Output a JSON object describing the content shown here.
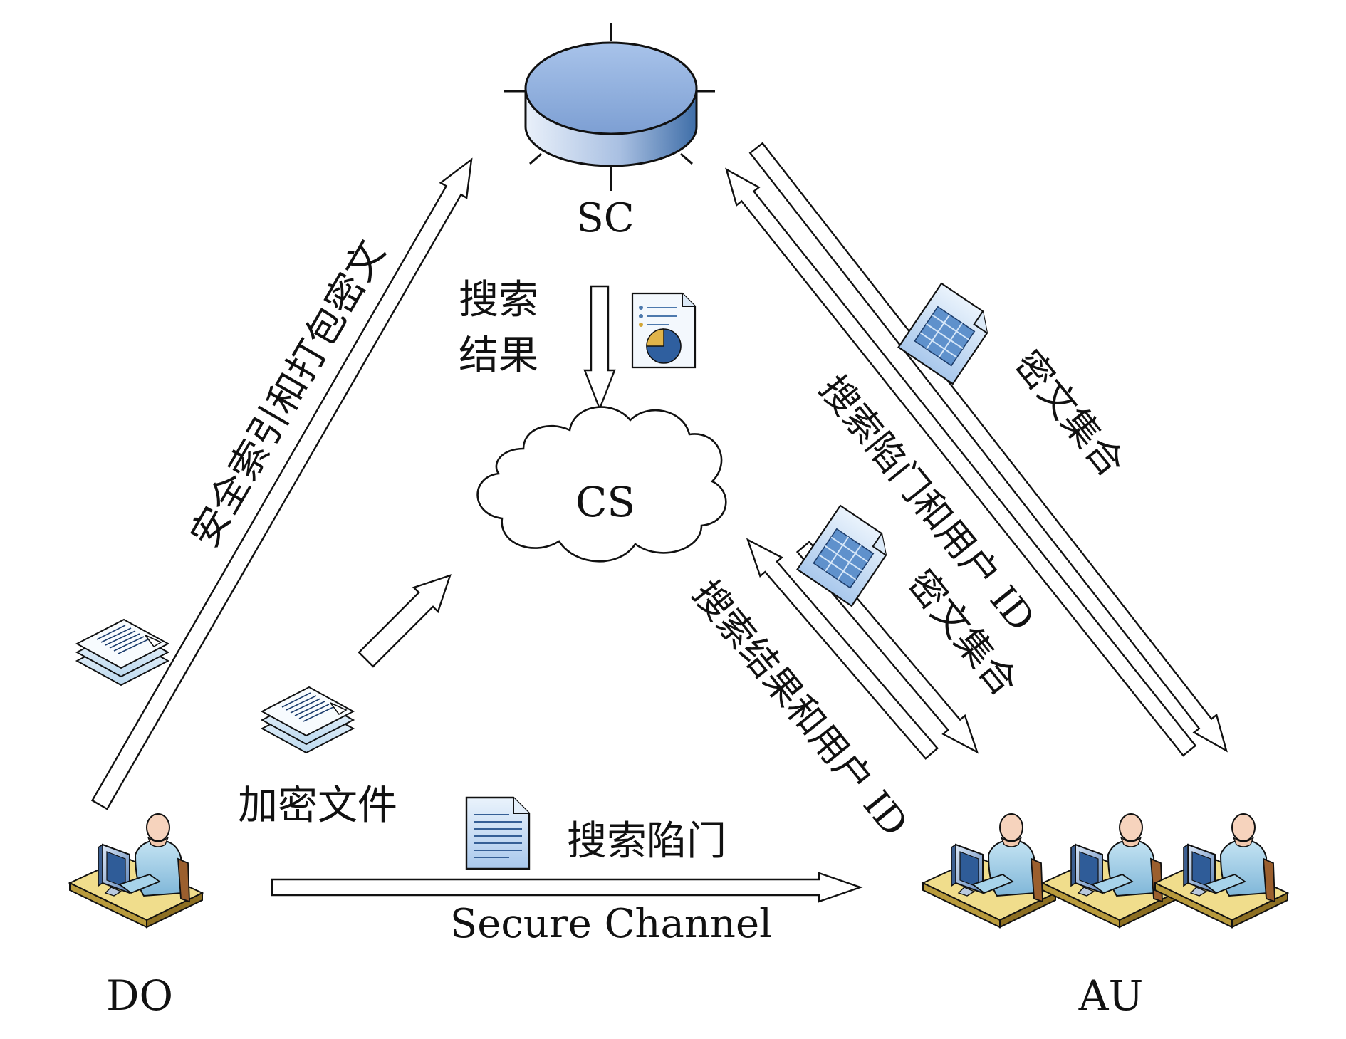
{
  "nodes": {
    "sc": "SC",
    "cs": "CS",
    "do": "DO",
    "au": "AU"
  },
  "edges": {
    "do_to_sc": "安全索引和打包密文",
    "sc_to_cs_line1": "搜索",
    "sc_to_cs_line2": "结果",
    "do_to_cs": "加密文件",
    "do_to_au_top": "搜索陷门",
    "do_to_au_bottom": "Secure Channel",
    "au_to_sc": "搜索陷门和用户 ID",
    "sc_to_au": "密文集合",
    "au_to_cs": "搜索结果和用户 ID",
    "cs_to_au": "密文集合"
  },
  "icons": {
    "server": "database-server-icon",
    "cloud": "cloud-icon",
    "user": "computer-user-icon",
    "document": "document-icon",
    "document_stack": "document-stack-icon",
    "spreadsheet": "spreadsheet-icon",
    "report": "report-chart-icon"
  },
  "colors": {
    "icon_blue": "#8fb0dd",
    "icon_dark_blue": "#4d79ad",
    "desk": "#e8d27c",
    "stroke": "#111111"
  }
}
